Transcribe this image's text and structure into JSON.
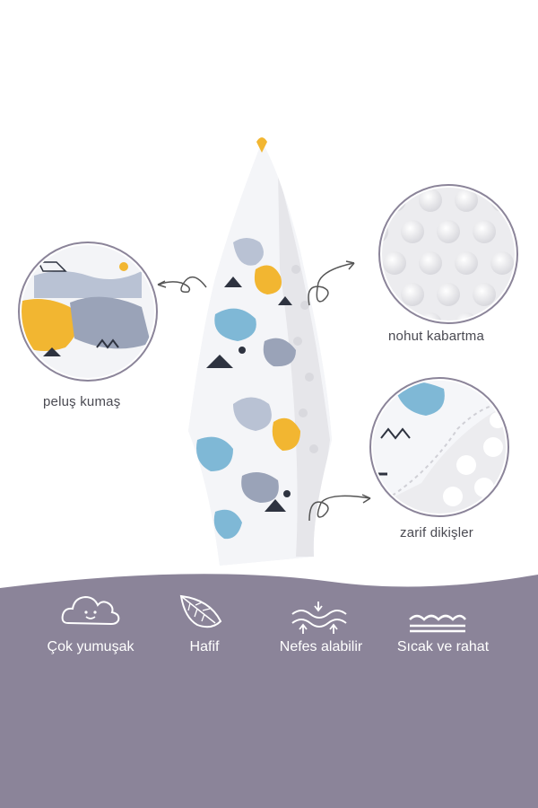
{
  "callouts": {
    "fabric": "peluş kumaş",
    "bumps": "nohut kabartma",
    "stitches": "zarif dikişler"
  },
  "features": [
    {
      "icon": "cloud-icon",
      "label": "Çok yumuşak"
    },
    {
      "icon": "leaf-icon",
      "label": "Hafif"
    },
    {
      "icon": "breathable-icon",
      "label": "Nefes alabilir"
    },
    {
      "icon": "warm-layers-icon",
      "label": "Sıcak ve rahat"
    }
  ],
  "colors": {
    "band": "#8b8499",
    "accent_yellow": "#f2b631",
    "accent_blue": "#7fb8d6",
    "ink": "#2e3340",
    "minky": "#f1f1f3"
  }
}
